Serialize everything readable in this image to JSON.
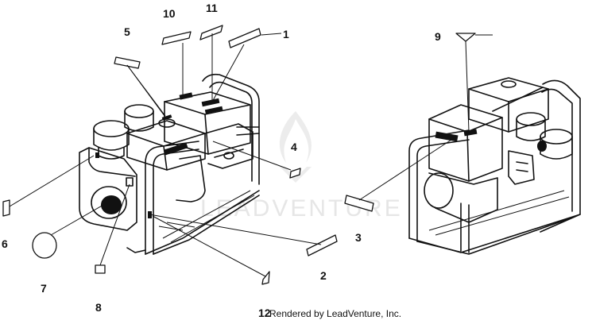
{
  "diagram": {
    "callouts": [
      {
        "id": "1",
        "text": "1"
      },
      {
        "id": "2",
        "text": "2"
      },
      {
        "id": "3",
        "text": "3"
      },
      {
        "id": "4",
        "text": "4"
      },
      {
        "id": "5",
        "text": "5"
      },
      {
        "id": "6",
        "text": "6"
      },
      {
        "id": "7",
        "text": "7"
      },
      {
        "id": "8",
        "text": "8"
      },
      {
        "id": "9",
        "text": "9"
      },
      {
        "id": "10",
        "text": "10"
      },
      {
        "id": "11",
        "text": "11"
      },
      {
        "id": "12",
        "text": "12"
      }
    ],
    "watermark_text": "LEADVENTURE",
    "footer": "Rendered by LeadVenture, Inc."
  }
}
